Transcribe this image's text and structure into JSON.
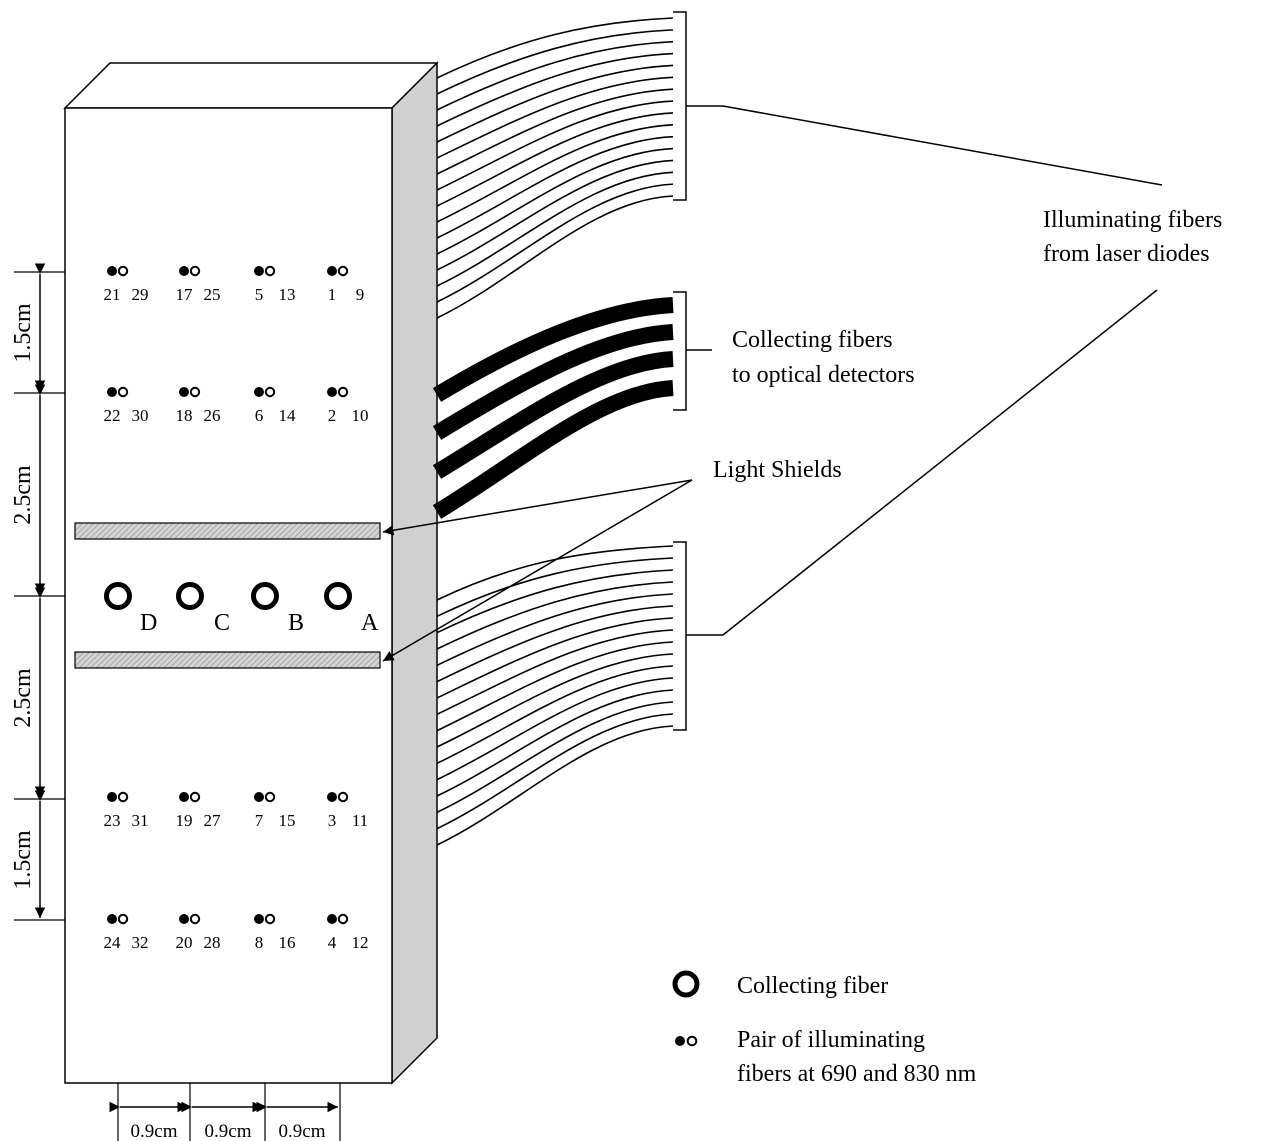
{
  "labels": {
    "illuminating_line1": "Illuminating fibers",
    "illuminating_line2": "from laser diodes",
    "collecting_line1": "Collecting fibers",
    "collecting_line2": "to optical detectors",
    "light_shields": "Light Shields"
  },
  "legend": {
    "collecting": "Collecting fiber",
    "pair_line1": "Pair of illuminating",
    "pair_line2": "fibers at 690 and 830 nm"
  },
  "dimensions": {
    "v1": "1.5cm",
    "v2": "2.5cm",
    "v3": "2.5cm",
    "v4": "1.5cm",
    "h1": "0.9cm",
    "h2": "0.9cm",
    "h3": "0.9cm"
  },
  "collectors": [
    "D",
    "C",
    "B",
    "A"
  ],
  "fiber_pairs": [
    [
      "21",
      "29"
    ],
    [
      "17",
      "25"
    ],
    [
      "5",
      "13"
    ],
    [
      "1",
      "9"
    ],
    [
      "22",
      "30"
    ],
    [
      "18",
      "26"
    ],
    [
      "6",
      "14"
    ],
    [
      "2",
      "10"
    ],
    [
      "23",
      "31"
    ],
    [
      "19",
      "27"
    ],
    [
      "7",
      "15"
    ],
    [
      "3",
      "11"
    ],
    [
      "24",
      "32"
    ],
    [
      "20",
      "28"
    ],
    [
      "8",
      "16"
    ],
    [
      "4",
      "12"
    ]
  ]
}
